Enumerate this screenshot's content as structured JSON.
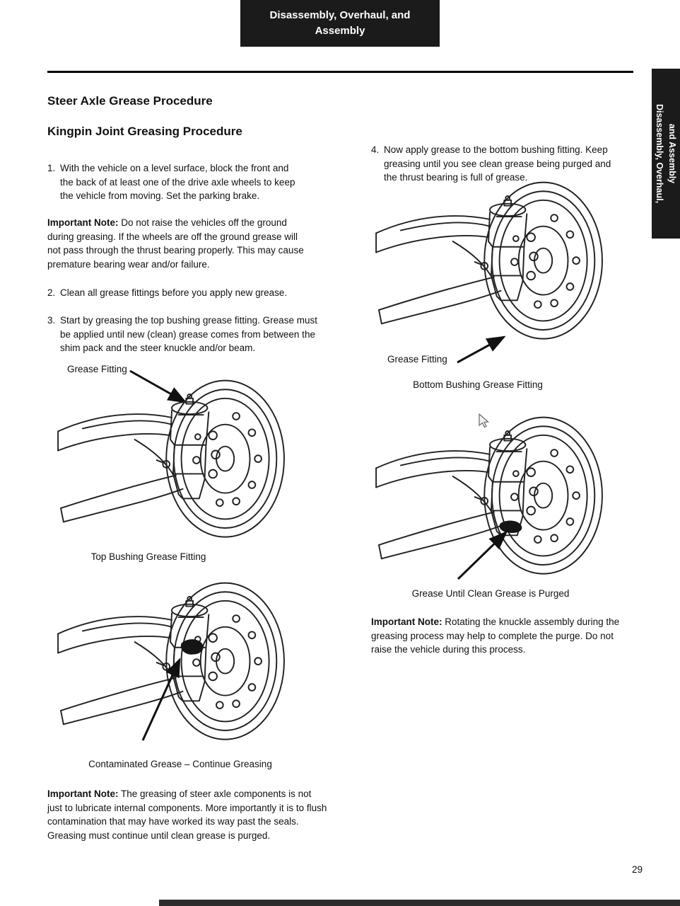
{
  "colors": {
    "banner_bg": "#1b1b1b",
    "banner_text": "#ffffff",
    "body_text": "#111111",
    "line_art": "#222222"
  },
  "banner": {
    "title": "Disassembly, Overhaul, and Assembly"
  },
  "side_tab": {
    "line1": "Disassembly, Overhaul,",
    "line2": "and Assembly"
  },
  "content": {
    "section_title": "Steer Axle Grease Procedure",
    "subsection_title": "Kingpin Joint Greasing Procedure",
    "steps": [
      {
        "number": "1.",
        "text": "With the vehicle on a level surface, block the front and the back of at least one of the drive axle wheels to keep the vehicle from moving. Set the parking brake."
      },
      {
        "number": "2.",
        "text": "Clean all grease fittings before you apply new grease."
      },
      {
        "number": "3.",
        "text": "Start by greasing the top bushing grease fitting. Grease must be applied until new (clean) grease comes from between the shim pack and the steer knuckle and/or beam."
      },
      {
        "number": "4.",
        "text": "Now apply grease to the bottom bushing fitting. Keep greasing until you see clean grease being purged and the thrust bearing is full of grease."
      }
    ],
    "notes": [
      {
        "label": "Important Note:",
        "text": "Do not raise the vehicles off the ground during greasing. If the wheels are off the ground grease will not pass through the thrust bearing properly. This may cause premature bearing wear and/or failure."
      },
      {
        "label": "Important Note:",
        "text": "The greasing of steer axle components is not just to lubricate internal components. More importantly it is to flush contamination that may have worked its way past the seals. Greasing must continue until clean grease is purged."
      },
      {
        "label": "Important Note:",
        "text": "Rotating the knuckle assembly during the greasing process may help to complete the purge. Do not raise the vehicle during this process."
      }
    ],
    "figures": [
      {
        "callout": "Grease Fitting",
        "caption": "Top Bushing Grease Fitting"
      },
      {
        "caption": "Contaminated Grease – Continue Greasing"
      },
      {
        "callout": "Grease Fitting",
        "caption": "Bottom Bushing Grease Fitting"
      },
      {
        "caption": "Grease Until Clean Grease is Purged"
      }
    ]
  },
  "footer": {
    "page_number": "29"
  }
}
